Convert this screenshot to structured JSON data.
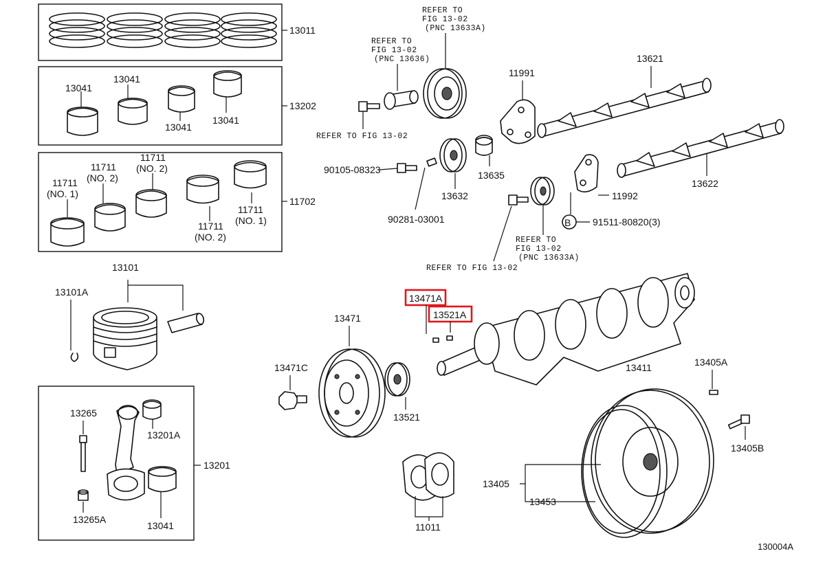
{
  "diagram_code": "130004A",
  "highlight_color": "#e0161c",
  "callout_b": "B",
  "groups": [
    {
      "id": "piston-ring-set",
      "code": "13011"
    },
    {
      "id": "crankshaft-bearing-set",
      "code": "13202"
    },
    {
      "id": "thrust-washer-set",
      "code": "11702"
    },
    {
      "id": "connecting-rod-assy",
      "code": "13201"
    }
  ],
  "labels": {
    "b13041a": "13041",
    "b13041b": "13041",
    "b13041c": "13041",
    "b13041d": "13041",
    "w11711a": "11711",
    "w11711a_sub": "(NO. 1)",
    "w11711b": "11711",
    "w11711b_sub": "(NO. 2)",
    "w11711c": "11711",
    "w11711c_sub": "(NO. 2)",
    "w11711d": "11711",
    "w11711d_sub": "(NO. 2)",
    "w11711e": "11711",
    "w11711e_sub": "(NO. 1)",
    "p13101": "13101",
    "p13101a": "13101A",
    "r13265": "13265",
    "r13201a": "13201A",
    "r13265a": "13265A",
    "r13041": "13041",
    "c13471": "13471",
    "c13471c": "13471C",
    "c13521": "13521",
    "c11011": "11011",
    "k13411": "13411",
    "f13405a": "13405A",
    "f13405b": "13405B",
    "f13405": "13405",
    "f13453": "13453",
    "g90105": "90105-08323",
    "g90281": "90281-03001",
    "g13632": "13632",
    "g13635": "13635",
    "g11991": "11991",
    "g11992": "11992",
    "g91511": "91511-80820(3)",
    "g13621": "13621",
    "g13622": "13622"
  },
  "highlighted": [
    "13471A",
    "13521A"
  ],
  "references": {
    "ref1_line1": "REFER TO",
    "ref1_line2": "FIG 13-02",
    "ref1_line3": "(PNC 13636)",
    "ref2_line1": "REFER TO",
    "ref2_line2": "FIG 13-02",
    "ref2_line3": "(PNC 13633A)",
    "ref3": "REFER TO FIG 13-02",
    "ref4_line1": "REFER TO",
    "ref4_line2": "FIG 13-02",
    "ref4_line3": "(PNC 13633A)",
    "ref5": "REFER TO FIG 13-02"
  }
}
